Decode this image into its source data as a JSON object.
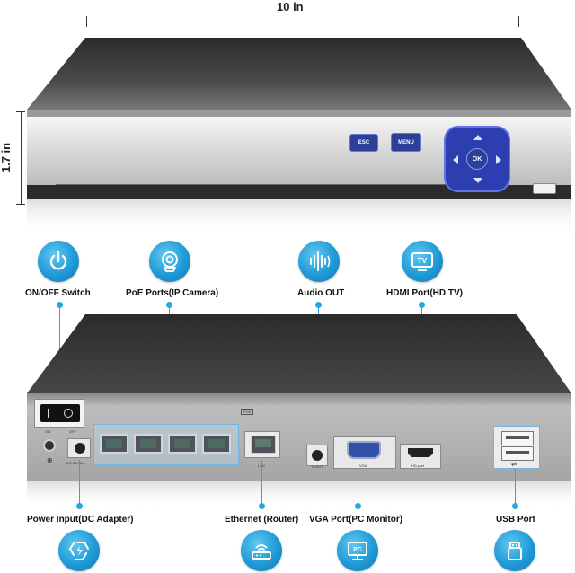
{
  "dimensions": {
    "width_label": "10 in",
    "height_label": "1.7 in"
  },
  "front_panel": {
    "esc_label": "ESC",
    "menu_label": "MENU",
    "ok_label": "OK"
  },
  "rear_panel": {
    "switch_on_label": "ON",
    "switch_off_label": "OFF",
    "dc_label": "DC 52/48V",
    "poe_label": "POE",
    "lan_label": "LAN",
    "aout_label": "A-OUT",
    "vga_label": "VGA",
    "hdmi_label": "HD-port"
  },
  "top_callouts": [
    {
      "label": "ON/OFF Switch",
      "icon": "power-icon"
    },
    {
      "label": "PoE Ports(IP Camera)",
      "icon": "camera-icon"
    },
    {
      "label": "Audio OUT",
      "icon": "audio-icon"
    },
    {
      "label": "HDMI Port(HD TV)",
      "icon": "tv-icon"
    }
  ],
  "bottom_callouts": [
    {
      "label": "Power Input(DC Adapter)",
      "icon": "recycle-power-icon"
    },
    {
      "label": "Ethernet (Router)",
      "icon": "router-icon"
    },
    {
      "label": "VGA Port(PC Monitor)",
      "icon": "pc-monitor-icon"
    },
    {
      "label": "USB Port",
      "icon": "usb-icon"
    }
  ],
  "colors": {
    "accent": "#29a5e0",
    "device_top": "#3a3a3a",
    "front_silver": "#d9d9d9",
    "button_blue": "#2c3f99"
  }
}
